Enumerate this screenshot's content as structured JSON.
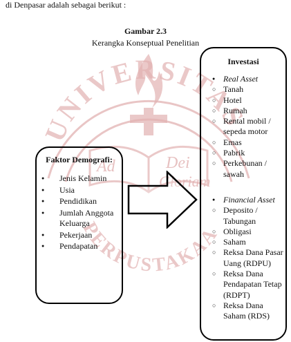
{
  "intro_text": "di Denpasar adalah sebagai berikut :",
  "figure": {
    "number": "Gambar 2.3",
    "title": "Kerangka Konseptual Penelitian"
  },
  "left_box": {
    "title": "Faktor Demografi:",
    "items": [
      "Jenis Kelamin",
      "Usia",
      "Pendidikan",
      "Jumlah Anggota Keluarga",
      "Pekerjaan",
      "Pendapatan"
    ]
  },
  "right_box": {
    "title": "Investasi",
    "real_asset": {
      "label": "Real  Asset",
      "items": [
        "Tanah",
        "Hotel",
        "Rumah",
        "Rental mobil / sepeda motor",
        "Emas",
        "Pabrik",
        "Perkebunan / sawah"
      ]
    },
    "financial_asset": {
      "label": "Financial Asset",
      "items": [
        "Deposito / Tabungan",
        "Obligasi",
        "Saham",
        "Reksa Dana Pasar Uang (RDPU)",
        "Reksa Dana Pendapatan Tetap (RDPT)",
        "Reksa Dana Saham (RDS)"
      ]
    }
  },
  "watermark": {
    "text_top": "UNIVERSITAS SANATA",
    "text_bottom": "PERPUSTAKAAN YOGYAKARTA",
    "motto_1": "Ad",
    "motto_2": "Dei",
    "motto_3": "Gloriam",
    "color": "#d9a1a1"
  }
}
